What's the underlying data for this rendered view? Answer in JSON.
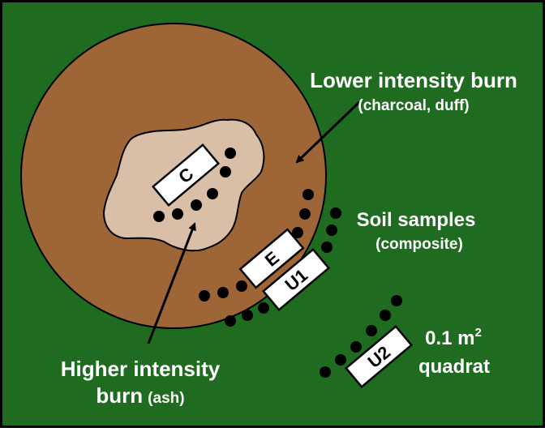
{
  "colors": {
    "background": "#1f6b1f",
    "burn_circle": "#9e6636",
    "ash_patch": "#d9bfa7",
    "text": "#ffffff",
    "dot": "#000000",
    "quadrat_fill": "#ffffff"
  },
  "labels": {
    "lower_title": "Lower intensity burn",
    "lower_sub": "(charcoal, duff)",
    "soil_title": "Soil samples",
    "soil_sub": "(composite)",
    "quadrat_title": "0.1 m",
    "quadrat_sup": "2",
    "quadrat_sub": "quadrat",
    "higher_title": "Higher intensity",
    "higher_sub_bold": "burn",
    "higher_sub_paren": "(ash)"
  },
  "quadrats": [
    {
      "id": "C",
      "label": "C"
    },
    {
      "id": "E",
      "label": "E"
    },
    {
      "id": "U1",
      "label": "U1"
    },
    {
      "id": "U2",
      "label": "U2"
    }
  ]
}
